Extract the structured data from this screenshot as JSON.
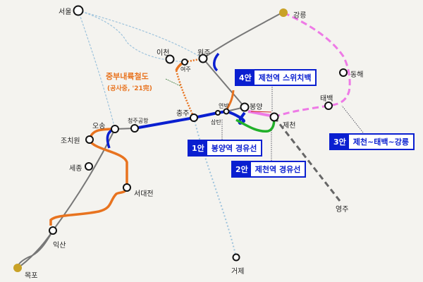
{
  "stations": {
    "seoul": "서울",
    "icheon": "이천",
    "yeoju": "여주",
    "wonju": "원주",
    "gangneung": "강릉",
    "donghae": "동해",
    "taebaek": "태백",
    "bongyang": "봉양",
    "jecheon": "제천",
    "yeonbak": "연박",
    "samtan": "삼탄",
    "chungju": "충주",
    "cheongju_airport": "청주공항",
    "osong": "오송",
    "jochiwon": "조치원",
    "sejong": "세종",
    "seodaejeon": "서대전",
    "iksan": "익산",
    "mokpo": "목포",
    "geoje": "거제",
    "yeongju": "영주"
  },
  "annotation": {
    "title": "중부내륙철도",
    "subtitle": "(공사중, '21完)"
  },
  "options": [
    {
      "num": "1안",
      "text": "봉양역 경유선"
    },
    {
      "num": "2안",
      "text": "제천역 경유선"
    },
    {
      "num": "3안",
      "text": "제천~태백~강릉"
    },
    {
      "num": "4안",
      "text": "제천역 스위치백"
    }
  ],
  "colors": {
    "blue": "#0a1fd0",
    "orange": "#e8731f",
    "pink": "#ee7ae6",
    "green": "#22b02a",
    "gray": "#777777",
    "gold": "#c9a227"
  }
}
